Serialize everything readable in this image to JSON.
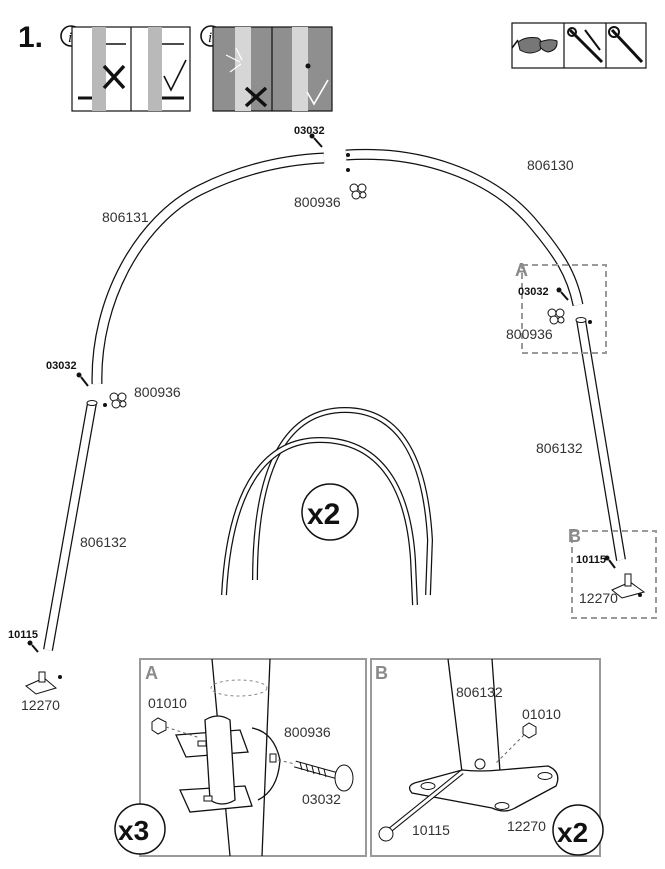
{
  "step": {
    "number": "1."
  },
  "info": {
    "icon_a": "i",
    "icon_b": "i"
  },
  "tools": [
    "safety-glasses-icon",
    "wrench-icon",
    "screwdriver-icon",
    "spanner-icon"
  ],
  "parts": {
    "pin_top": "03032",
    "clip_top": "800936",
    "arch_left": "806131",
    "arch_right": "806130",
    "pin_a": "03032",
    "clip_a": "800936",
    "pin_left": "03032",
    "clip_left": "800936",
    "leg_left": "806132",
    "leg_right": "806132",
    "bolt_left": "10115",
    "foot_left": "12270",
    "bolt_b": "10115",
    "foot_b": "12270"
  },
  "callouts": {
    "a": "A",
    "b": "B"
  },
  "multiplier_center": "x2",
  "detail_a": {
    "label": "A",
    "nut": "01010",
    "clip": "800936",
    "bolt": "03032",
    "mult": "x3"
  },
  "detail_b": {
    "label": "B",
    "leg": "806132",
    "nut": "01010",
    "bolt": "10115",
    "foot": "12270",
    "mult": "x2"
  }
}
